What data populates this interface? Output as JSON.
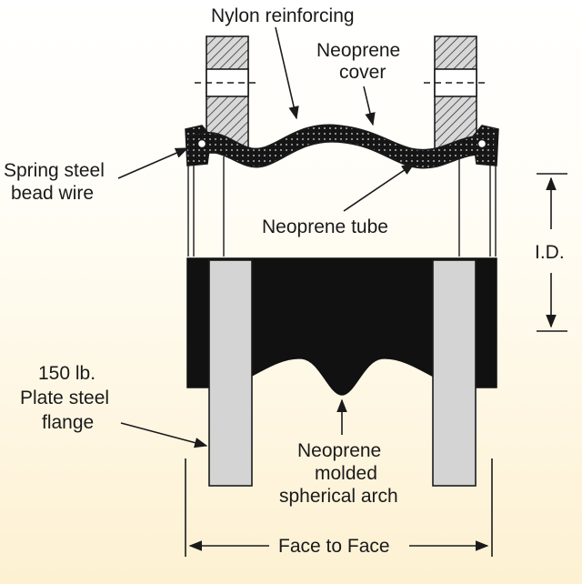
{
  "labels": {
    "nylon_reinforcing": "Nylon reinforcing",
    "neoprene_cover_1": "Neoprene",
    "neoprene_cover_2": "cover",
    "spring_steel_1": "Spring steel",
    "spring_steel_2": "bead wire",
    "neoprene_tube": "Neoprene tube",
    "id": "I.D.",
    "flange_1": "150 lb.",
    "flange_2": "Plate steel",
    "flange_3": "flange",
    "arch_1": "Neoprene",
    "arch_2": "molded",
    "arch_3": "spherical arch",
    "face_to_face": "Face to Face"
  },
  "colors": {
    "ink": "#1a1a1a",
    "steel_fill": "#d4d4d4",
    "rubber": "#111111",
    "background_bottom": "#fdf1d2"
  }
}
